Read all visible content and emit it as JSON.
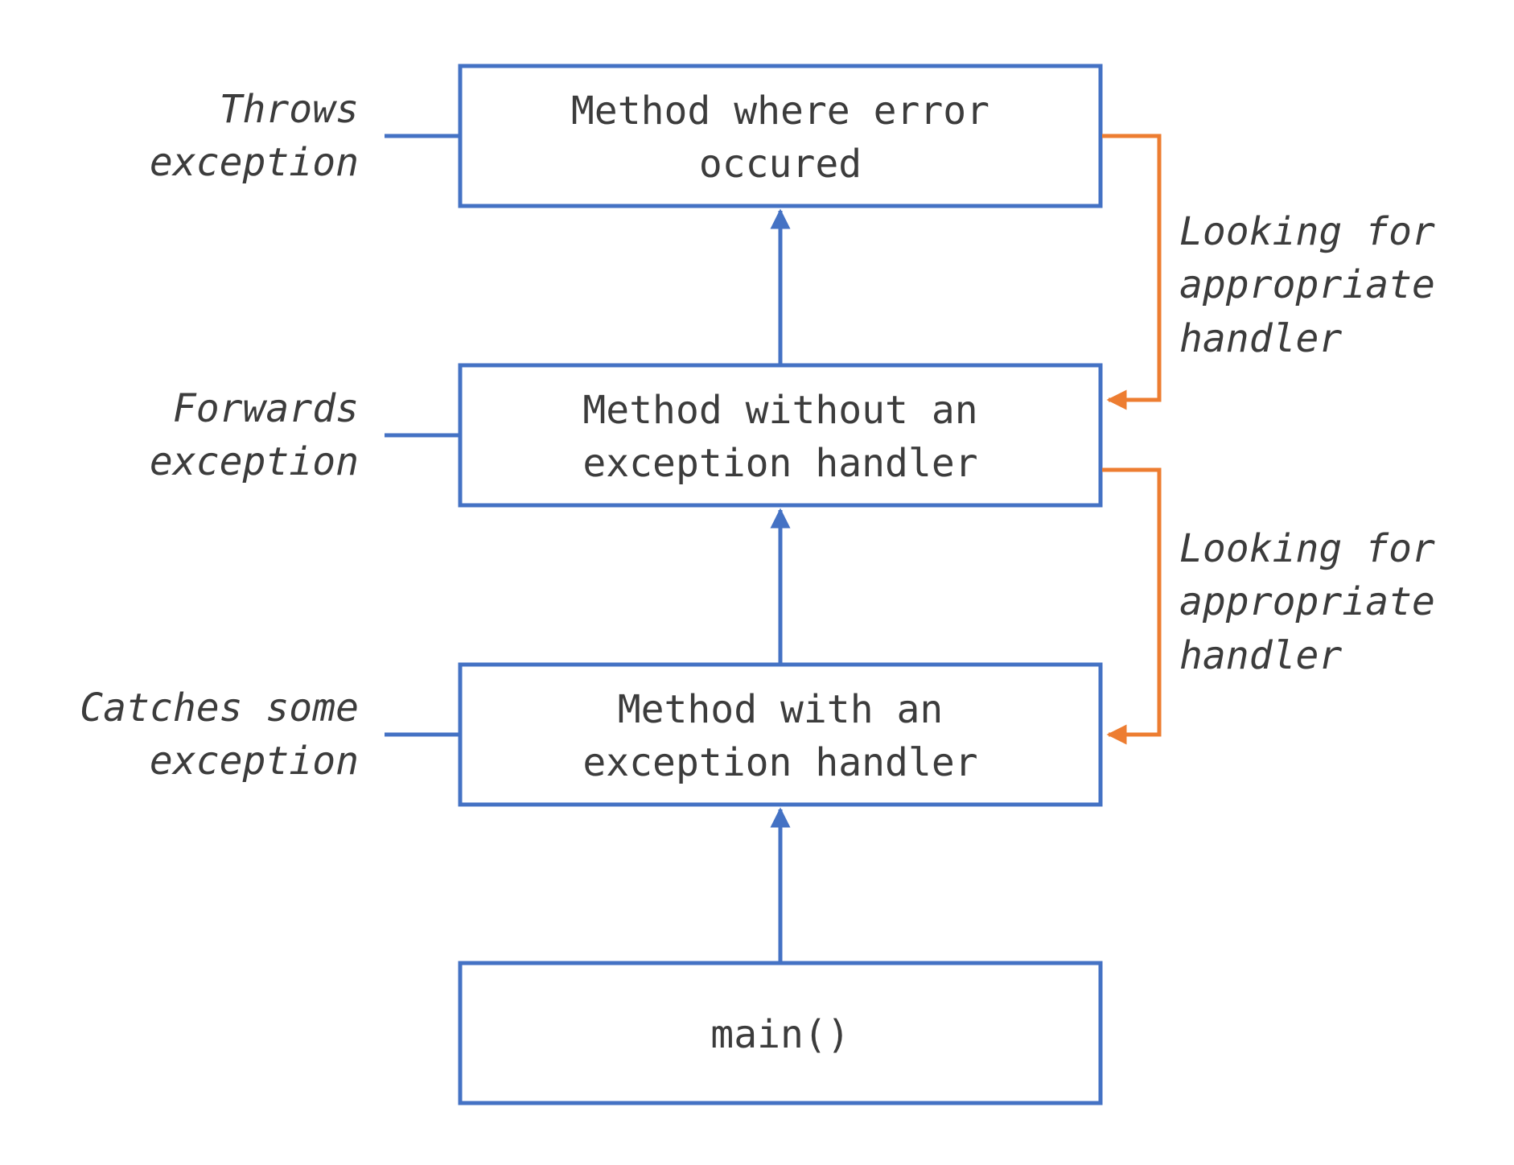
{
  "colors": {
    "box_stroke": "#4472C4",
    "handler_search": "#ED7D31",
    "text": "#3C3C3C"
  },
  "boxes": [
    {
      "id": "box-error",
      "lines": [
        "Method where error",
        "occured"
      ]
    },
    {
      "id": "box-forward",
      "lines": [
        "Method without an",
        "exception handler"
      ]
    },
    {
      "id": "box-handler",
      "lines": [
        "Method with an",
        "exception handler"
      ]
    },
    {
      "id": "box-main",
      "lines": [
        "main()"
      ]
    }
  ],
  "left_labels": [
    {
      "lines": [
        "Throws",
        "exception"
      ]
    },
    {
      "lines": [
        "Forwards",
        "exception"
      ]
    },
    {
      "lines": [
        "Catches some",
        "exception"
      ]
    }
  ],
  "right_labels": [
    {
      "lines": [
        "Looking for",
        "appropriate",
        "handler"
      ]
    },
    {
      "lines": [
        "Looking for",
        "appropriate",
        "handler"
      ]
    }
  ]
}
